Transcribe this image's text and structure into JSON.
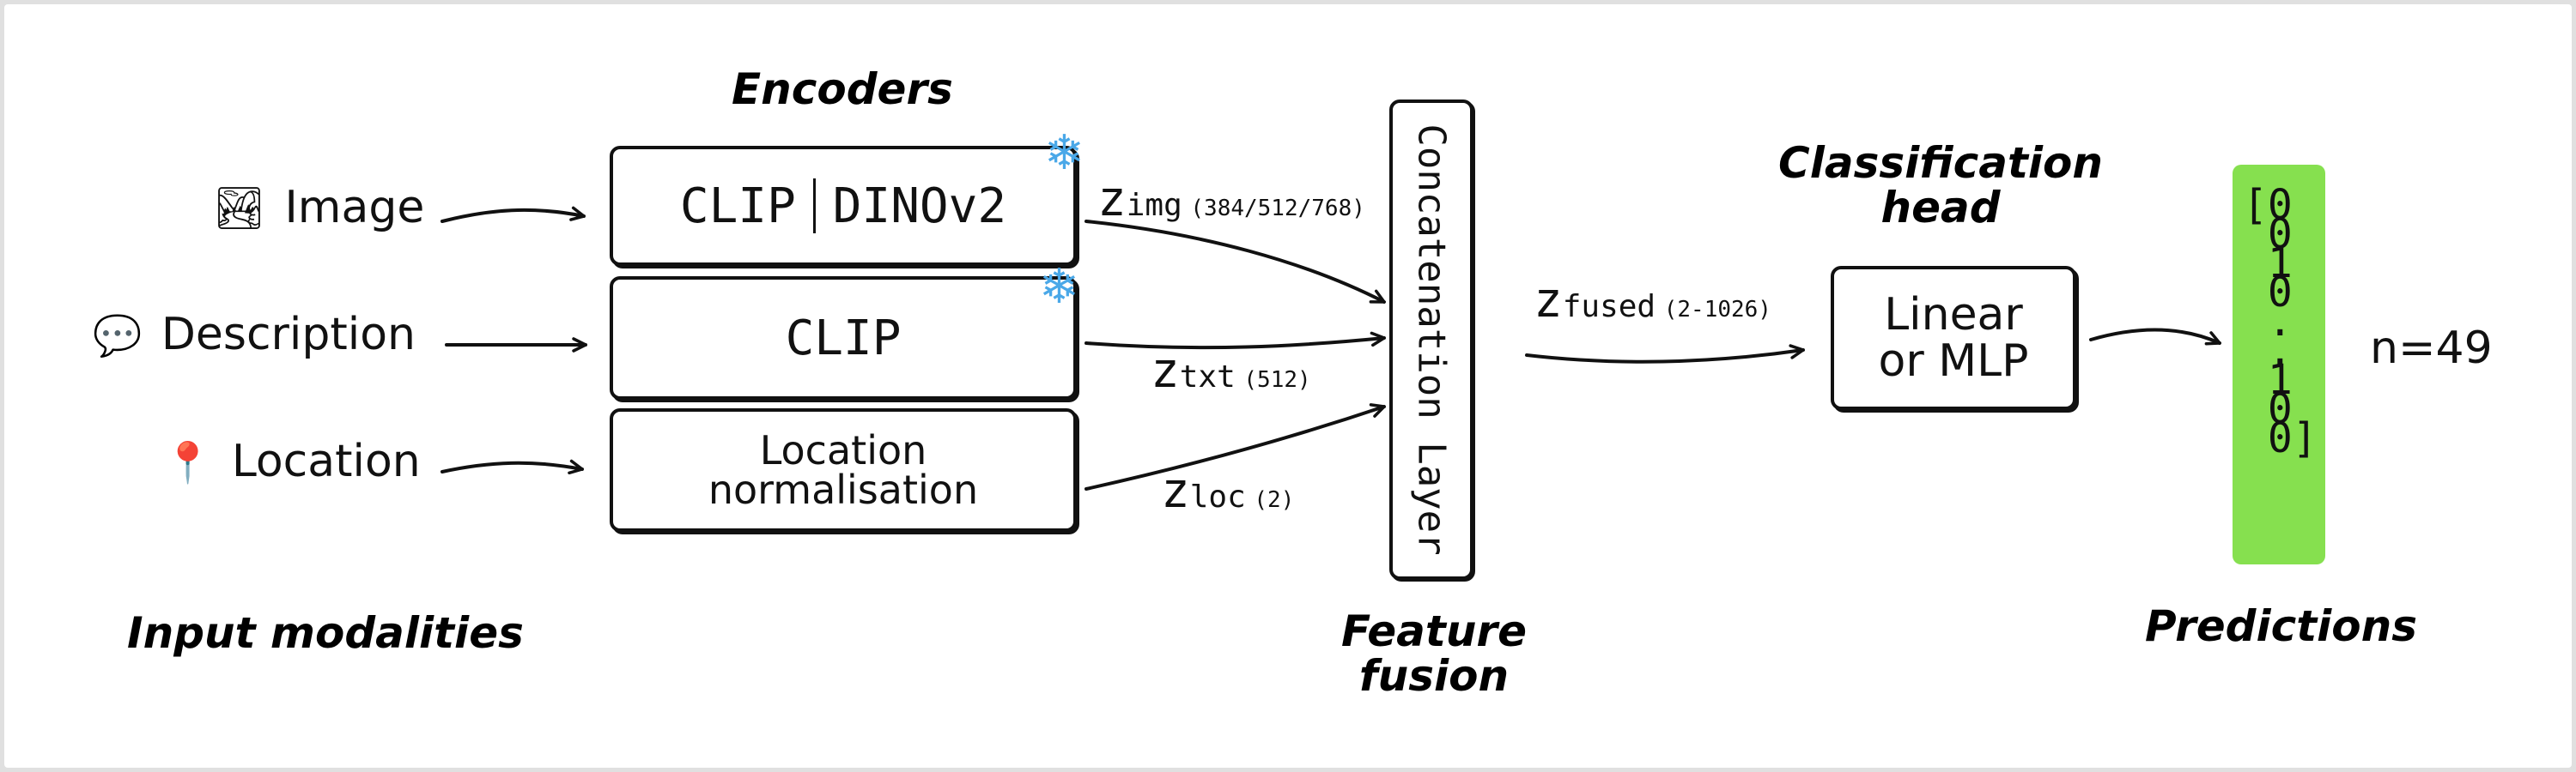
{
  "inputs": {
    "image": {
      "icon": "🏞",
      "label": "Image"
    },
    "description": {
      "icon": "💬",
      "label": "Description"
    },
    "location": {
      "icon": "📍",
      "label": "Location"
    }
  },
  "encoders": {
    "heading": "Encoders",
    "image_encoder": {
      "left": "CLIP",
      "right": "DINOv2"
    },
    "text_encoder": "CLIP",
    "location_encoder": {
      "line1": "Location",
      "line2": "normalisation"
    },
    "frozen_icon": "❄"
  },
  "embeddings": {
    "img": {
      "z": "z",
      "sub": "img",
      "dim": "(384/512/768)"
    },
    "txt": {
      "z": "z",
      "sub": "txt",
      "dim": "(512)"
    },
    "loc": {
      "z": "z",
      "sub": "loc",
      "dim": "(2)"
    },
    "fused": {
      "z": "z",
      "sub": "fused",
      "dim": "(2-1026)"
    }
  },
  "fusion": {
    "layer_label": "Concatenation Layer",
    "heading_line1": "Feature",
    "heading_line2": "fusion"
  },
  "head": {
    "heading_line1": "Classification",
    "heading_line2": "head",
    "line1": "Linear",
    "line2": "or MLP"
  },
  "predictions": {
    "vector": "[0\n 0\n 1\n 0\n .\n .\n 1\n 0\n 0]",
    "count": "n=49",
    "heading": "Predictions"
  },
  "section_labels": {
    "inputs": "Input modalities"
  },
  "colors": {
    "prediction_fill": "#86e04f",
    "snowflake": "#4aa8e8",
    "stroke": "#111111"
  }
}
